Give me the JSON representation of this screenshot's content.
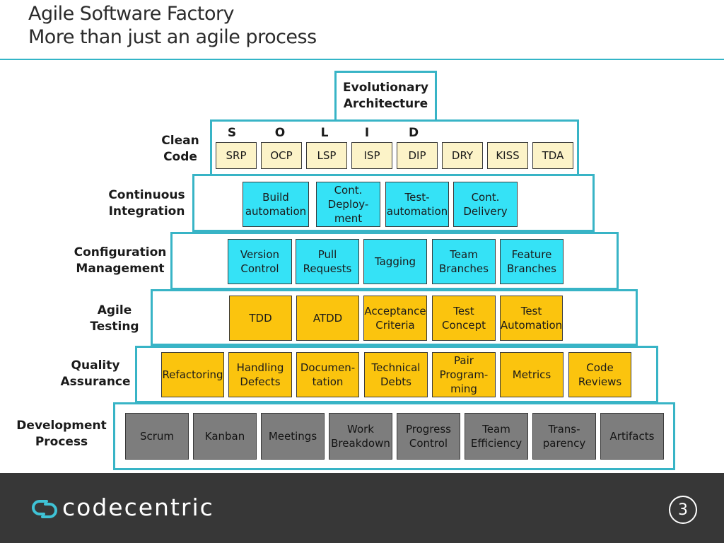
{
  "title": {
    "line1": "Agile Software Factory",
    "line2": "More than just an agile process"
  },
  "colors": {
    "accent": "#38b4c6",
    "cream": "#fcf3c8",
    "cyan": "#35e2f6",
    "gold": "#fbc40e",
    "gray": "#7d7d7d",
    "footer": "#373737"
  },
  "top_tier": {
    "label": "Evolutionary\nArchitecture"
  },
  "clean_code": {
    "label": "Clean\nCode",
    "solid_letters": [
      "S",
      "O",
      "L",
      "I",
      "D"
    ],
    "boxes": [
      "SRP",
      "OCP",
      "LSP",
      "ISP",
      "DIP",
      "DRY",
      "KISS",
      "TDA"
    ]
  },
  "continuous_integration": {
    "label": "Continuous\nIntegration",
    "boxes": [
      "Build\nautomation",
      "Cont.\nDeploy-\nment",
      "Test-\nautomation",
      "Cont.\nDelivery"
    ]
  },
  "configuration_management": {
    "label": "Configuration\nManagement",
    "boxes": [
      "Version\nControl",
      "Pull\nRequests",
      "Tagging",
      "Team\nBranches",
      "Feature\nBranches"
    ]
  },
  "agile_testing": {
    "label": "Agile\nTesting",
    "boxes": [
      "TDD",
      "ATDD",
      "Acceptance\nCriteria",
      "Test\nConcept",
      "Test\nAutomation"
    ]
  },
  "quality_assurance": {
    "label": "Quality\nAssurance",
    "boxes": [
      "Refactoring",
      "Handling\nDefects",
      "Documen-\ntation",
      "Technical\nDebts",
      "Pair\nProgram-\nming",
      "Metrics",
      "Code\nReviews"
    ]
  },
  "development_process": {
    "label": "Development\nProcess",
    "boxes": [
      "Scrum",
      "Kanban",
      "Meetings",
      "Work\nBreakdown",
      "Progress\nControl",
      "Team\nEfficiency",
      "Trans-\nparency",
      "Artifacts"
    ]
  },
  "footer": {
    "logo_text": "codecentric",
    "page_number": "3"
  }
}
